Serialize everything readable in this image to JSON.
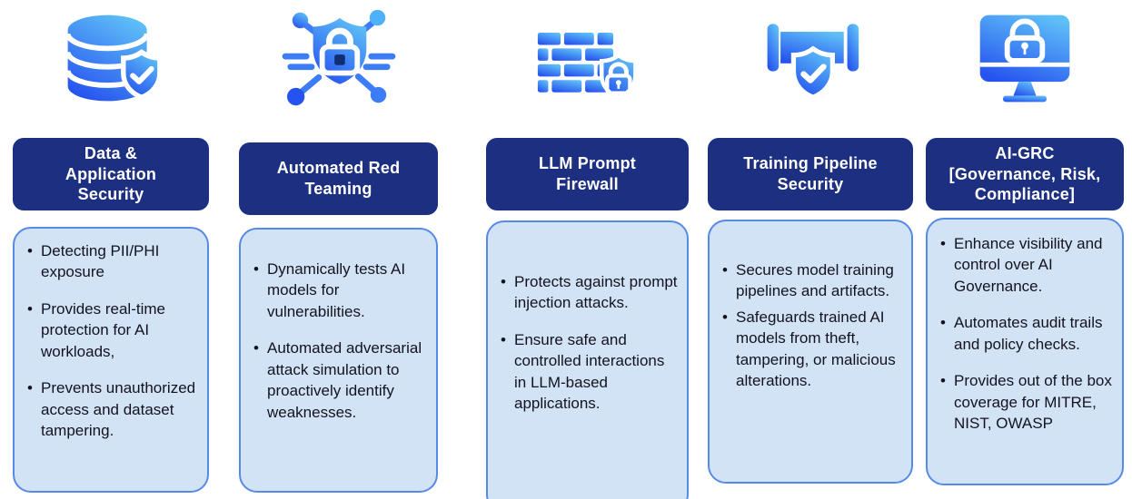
{
  "theme": {
    "header_bg": "#1c2f80",
    "header_text": "#ffffff",
    "card_bg": "#d3e3f6",
    "card_border": "#568ae6",
    "body_text": "#13131f",
    "icon_gradient_start": "#5fc0f8",
    "icon_gradient_end": "#2653ef"
  },
  "columns": [
    {
      "icon": "database-shield-check-icon",
      "title": "Data &\nApplication\nSecurity",
      "bullets": [
        "Detecting PII/PHI exposure",
        "Provides real-time protection for AI workloads,",
        "Prevents unauthorized access and dataset tampering."
      ]
    },
    {
      "icon": "shield-lock-circuit-icon",
      "title": "Automated Red\nTeaming",
      "bullets": [
        "Dynamically tests AI models for vulnerabilities.",
        "Automated adversarial attack simulation to proactively identify weaknesses."
      ]
    },
    {
      "icon": "firewall-brick-shield-lock-icon",
      "title": "LLM Prompt\nFirewall",
      "bullets": [
        "Protects against prompt injection attacks.",
        "Ensure safe and controlled interactions in LLM-based applications."
      ]
    },
    {
      "icon": "pipeline-shield-check-icon",
      "title": "Training Pipeline\nSecurity",
      "bullets": [
        "Secures model training pipelines and artifacts.",
        "Safeguards trained AI models from theft, tampering, or malicious alterations."
      ]
    },
    {
      "icon": "monitor-lock-icon",
      "title": "AI-GRC\n[Governance, Risk,\nCompliance]",
      "bullets": [
        "Enhance visibility and control over AI Governance.",
        "Automates audit trails and policy checks.",
        "Provides out of the box coverage for MITRE, NIST, OWASP"
      ]
    }
  ]
}
